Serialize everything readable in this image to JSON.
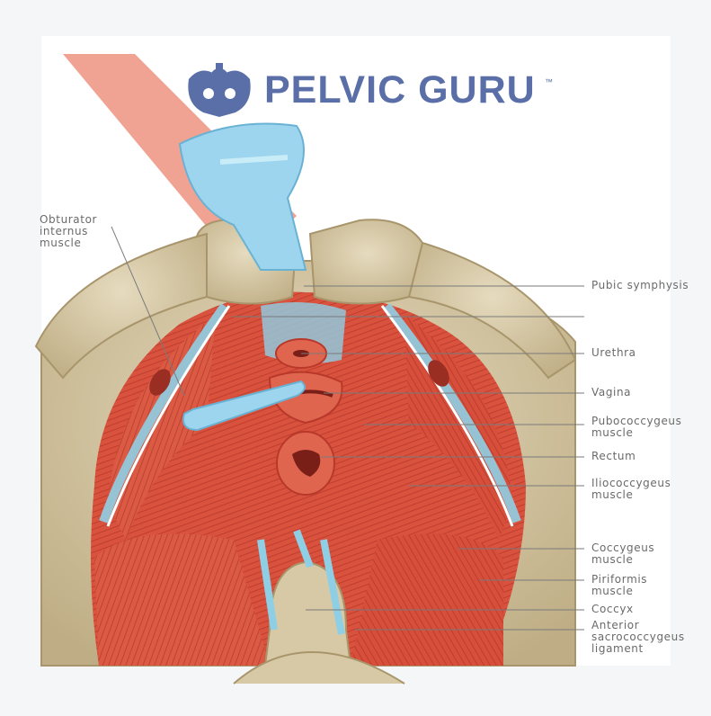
{
  "brand": {
    "name": "PELVIC GURU",
    "trademark": "™",
    "logo_icon": "pelvis-logo-icon"
  },
  "labels": {
    "obturator": "Obturator\ninternus\nmuscle",
    "pubic_symphysis": "Pubic symphysis",
    "urethra": "Urethra",
    "vagina": "Vagina",
    "pubococcygeus": "Pubococcygeus\nmuscle",
    "rectum": "Rectum",
    "iliococcygeus": "Iliococcygeus\nmuscle",
    "coccygeus": "Coccygeus\nmuscle",
    "piriformis": "Piriformis\nmuscle",
    "coccyx": "Coccyx",
    "anterior_sacrococcygeus": "Anterior\nsacrococcygeus\nligament"
  },
  "colors": {
    "bone": "#d8c9a6",
    "bone_shadow": "#a8956b",
    "muscle": "#d9523e",
    "muscle_dark": "#b8382a",
    "fascia": "#8fcfe6",
    "glove": "#9dd4ee",
    "skin": "#f0a392",
    "brand": "#5a6fa8",
    "label_line": "#7a7a7a"
  }
}
